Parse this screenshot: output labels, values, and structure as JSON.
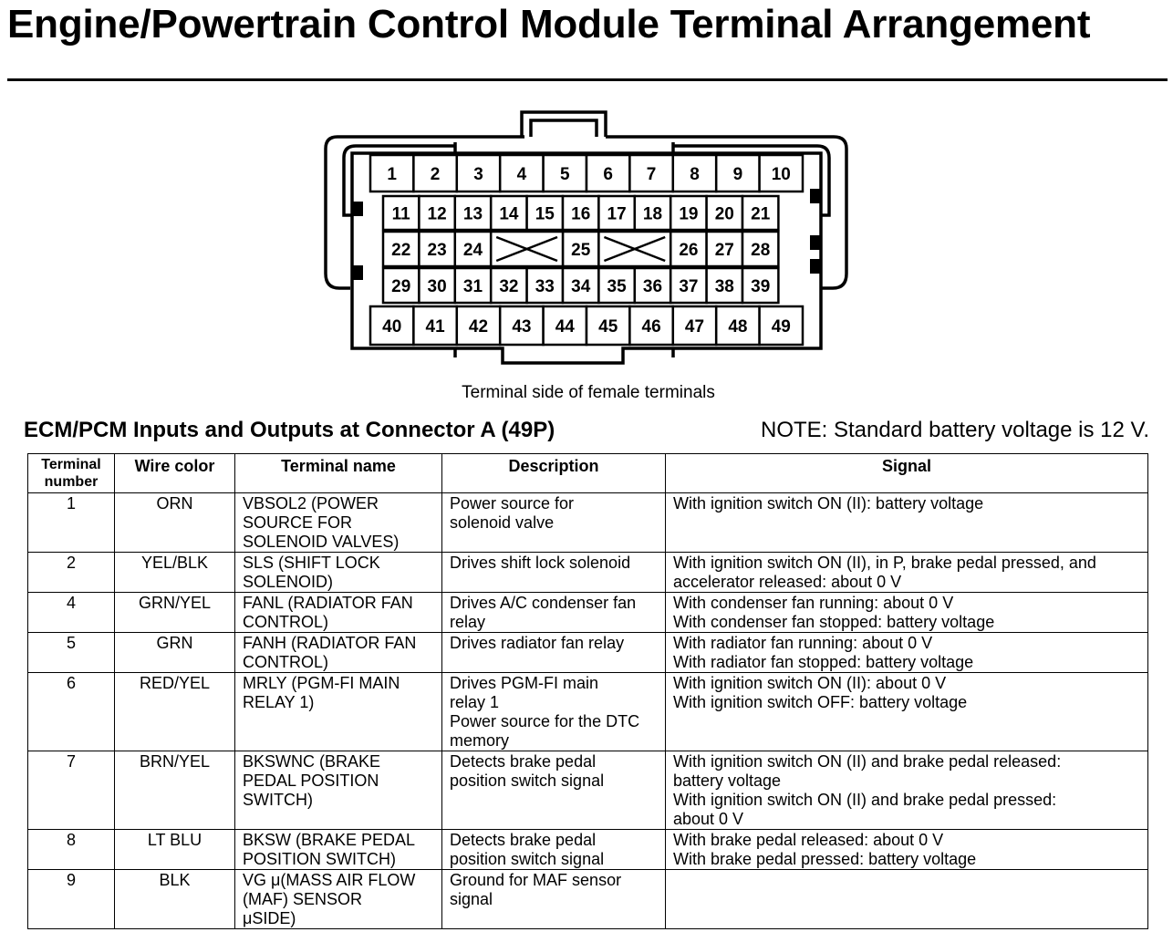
{
  "title": "Engine/Powertrain Control Module Terminal Arrangement",
  "connector": {
    "caption": "Terminal side of female terminals",
    "row1": [
      "1",
      "2",
      "3",
      "4",
      "5",
      "6",
      "7",
      "8",
      "9",
      "10"
    ],
    "row2": [
      "11",
      "12",
      "13",
      "14",
      "15",
      "16",
      "17",
      "18",
      "19",
      "20",
      "21"
    ],
    "row3": [
      "22",
      "23",
      "24",
      "",
      "",
      "25",
      "",
      "",
      "26",
      "27",
      "28"
    ],
    "row4": [
      "29",
      "30",
      "31",
      "32",
      "33",
      "34",
      "35",
      "36",
      "37",
      "38",
      "39"
    ],
    "row5": [
      "40",
      "41",
      "42",
      "43",
      "44",
      "45",
      "46",
      "47",
      "48",
      "49"
    ]
  },
  "section": {
    "heading": "ECM/PCM Inputs and Outputs at Connector A (49P)",
    "note": "NOTE: Standard battery voltage is 12 V."
  },
  "table": {
    "headers": {
      "terminal": "Terminal\nnumber",
      "wire": "Wire color",
      "name": "Terminal name",
      "desc": "Description",
      "signal": "Signal"
    },
    "rows": [
      {
        "num": "1",
        "wire": "ORN",
        "name": "VBSOL2 (POWER\nSOURCE FOR\nSOLENOID VALVES)",
        "desc": "Power source for\nsolenoid valve",
        "signal": "With ignition switch ON (II): battery voltage"
      },
      {
        "num": "2",
        "wire": "YEL/BLK",
        "name": "SLS (SHIFT LOCK\nSOLENOID)",
        "desc": "Drives shift lock solenoid",
        "signal": "With ignition switch ON (II), in P, brake pedal pressed, and\naccelerator released: about 0 V"
      },
      {
        "num": "4",
        "wire": "GRN/YEL",
        "name": "FANL (RADIATOR FAN\nCONTROL)",
        "desc": "Drives A/C condenser fan\nrelay",
        "signal": "With condenser fan running: about 0 V\nWith condenser fan stopped: battery voltage"
      },
      {
        "num": "5",
        "wire": "GRN",
        "name": "FANH (RADIATOR FAN\nCONTROL)",
        "desc": "Drives radiator fan relay",
        "signal": "With radiator fan running: about 0 V\nWith radiator fan stopped: battery voltage"
      },
      {
        "num": "6",
        "wire": "RED/YEL",
        "name": "MRLY (PGM-FI MAIN\nRELAY 1)",
        "desc": "Drives PGM-FI main\nrelay 1\nPower source for the DTC\nmemory",
        "signal": "With ignition switch ON (II): about 0 V\nWith ignition switch OFF: battery voltage"
      },
      {
        "num": "7",
        "wire": "BRN/YEL",
        "name": "BKSWNC (BRAKE\nPEDAL POSITION\nSWITCH)",
        "desc": "Detects brake pedal\nposition switch signal",
        "signal": "With ignition switch ON (II) and brake pedal released:\nbattery voltage\nWith ignition switch ON (II) and brake pedal pressed:\nabout 0 V"
      },
      {
        "num": "8",
        "wire": "LT BLU",
        "name": "BKSW (BRAKE PEDAL\nPOSITION SWITCH)",
        "desc": "Detects brake pedal\nposition switch signal",
        "signal": "With brake pedal released: about 0 V\nWith brake pedal pressed: battery voltage"
      },
      {
        "num": "9",
        "wire": "BLK",
        "name": "VG  μ(MASS AIR FLOW\n(MAF) SENSOR\n   μSIDE)",
        "desc": "Ground for MAF sensor\nsignal",
        "signal": ""
      }
    ]
  }
}
